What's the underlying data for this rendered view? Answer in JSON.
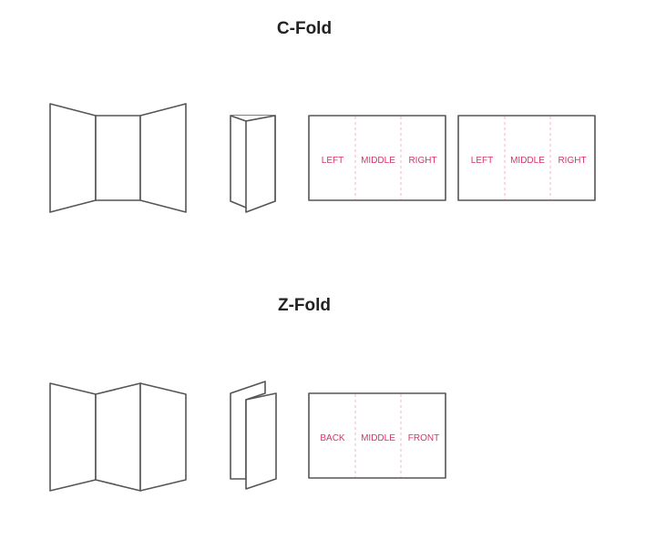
{
  "c_fold": {
    "title": "C-Fold",
    "panels_a": [
      "LEFT",
      "MIDDLE",
      "RIGHT"
    ],
    "panels_b": [
      "LEFT",
      "MIDDLE",
      "RIGHT"
    ]
  },
  "z_fold": {
    "title": "Z-Fold",
    "panels": [
      "BACK",
      "MIDDLE",
      "FRONT"
    ]
  },
  "colors": {
    "label": "#d6336c",
    "outline": "#555555"
  }
}
